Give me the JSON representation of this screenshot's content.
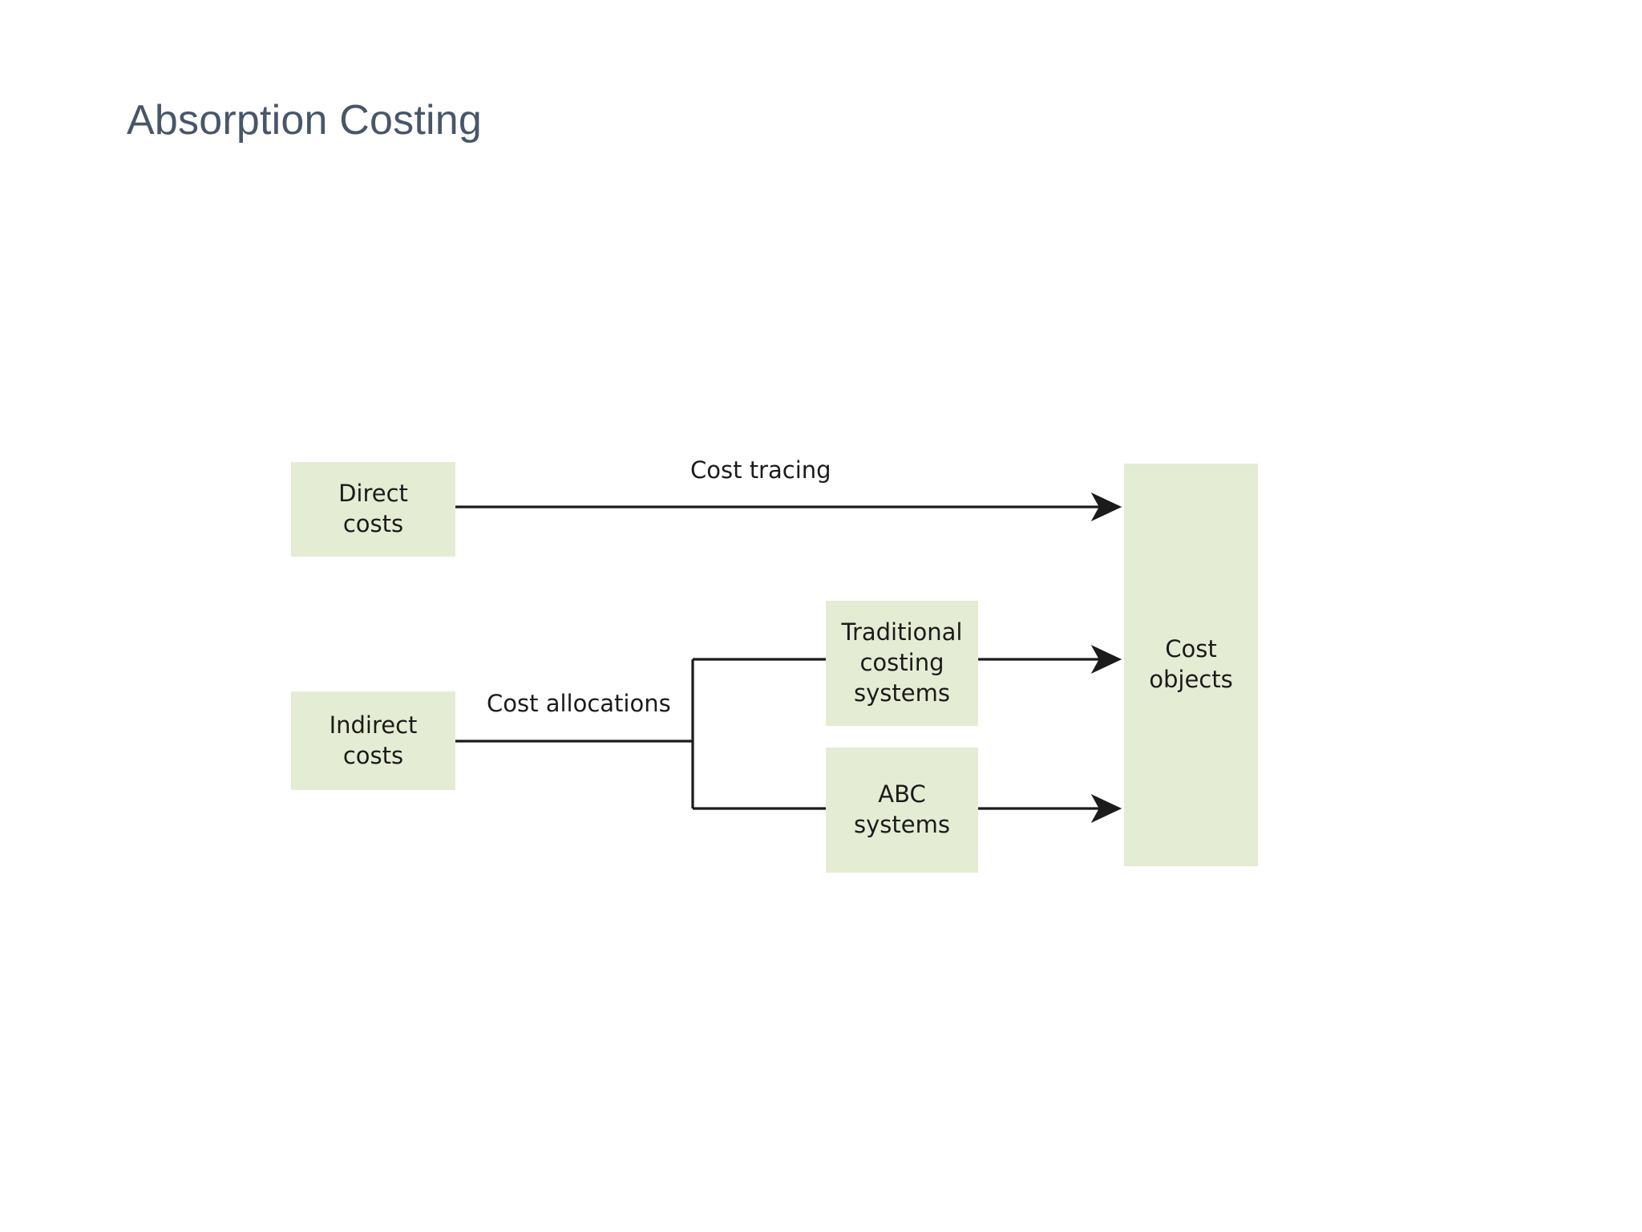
{
  "slide": {
    "title": "Absorption Costing",
    "title_color": "#48566b",
    "background_color": "#ffffff"
  },
  "diagram": {
    "type": "flow-diagram",
    "node_fill_color": "#e4ecd4",
    "connector_color": "#1b1b1b",
    "nodes": [
      {
        "id": "direct-costs",
        "label": "Direct\ncosts",
        "line1": "Direct",
        "line2": "costs",
        "line3": ""
      },
      {
        "id": "indirect-costs",
        "label": "Indirect\ncosts",
        "line1": "Indirect",
        "line2": "costs",
        "line3": ""
      },
      {
        "id": "traditional",
        "label": "Traditional\ncosting\nsystems",
        "line1": "Traditional",
        "line2": "costing",
        "line3": "systems"
      },
      {
        "id": "abc",
        "label": "ABC\nsystems",
        "line1": "ABC",
        "line2": "systems",
        "line3": ""
      },
      {
        "id": "cost-objects",
        "label": "Cost\nobjects",
        "line1": "Cost",
        "line2": "objects",
        "line3": ""
      }
    ],
    "edges": [
      {
        "id": "cost-tracing",
        "label": "Cost tracing",
        "from": "direct-costs",
        "to": "cost-objects",
        "arrow": true
      },
      {
        "id": "cost-allocations",
        "label": "Cost allocations",
        "from": "indirect-costs",
        "to": "traditional,abc",
        "arrow": false
      },
      {
        "id": "traditional-to-objects",
        "label": "",
        "from": "traditional",
        "to": "cost-objects",
        "arrow": true
      },
      {
        "id": "abc-to-objects",
        "label": "",
        "from": "abc",
        "to": "cost-objects",
        "arrow": true
      }
    ]
  }
}
